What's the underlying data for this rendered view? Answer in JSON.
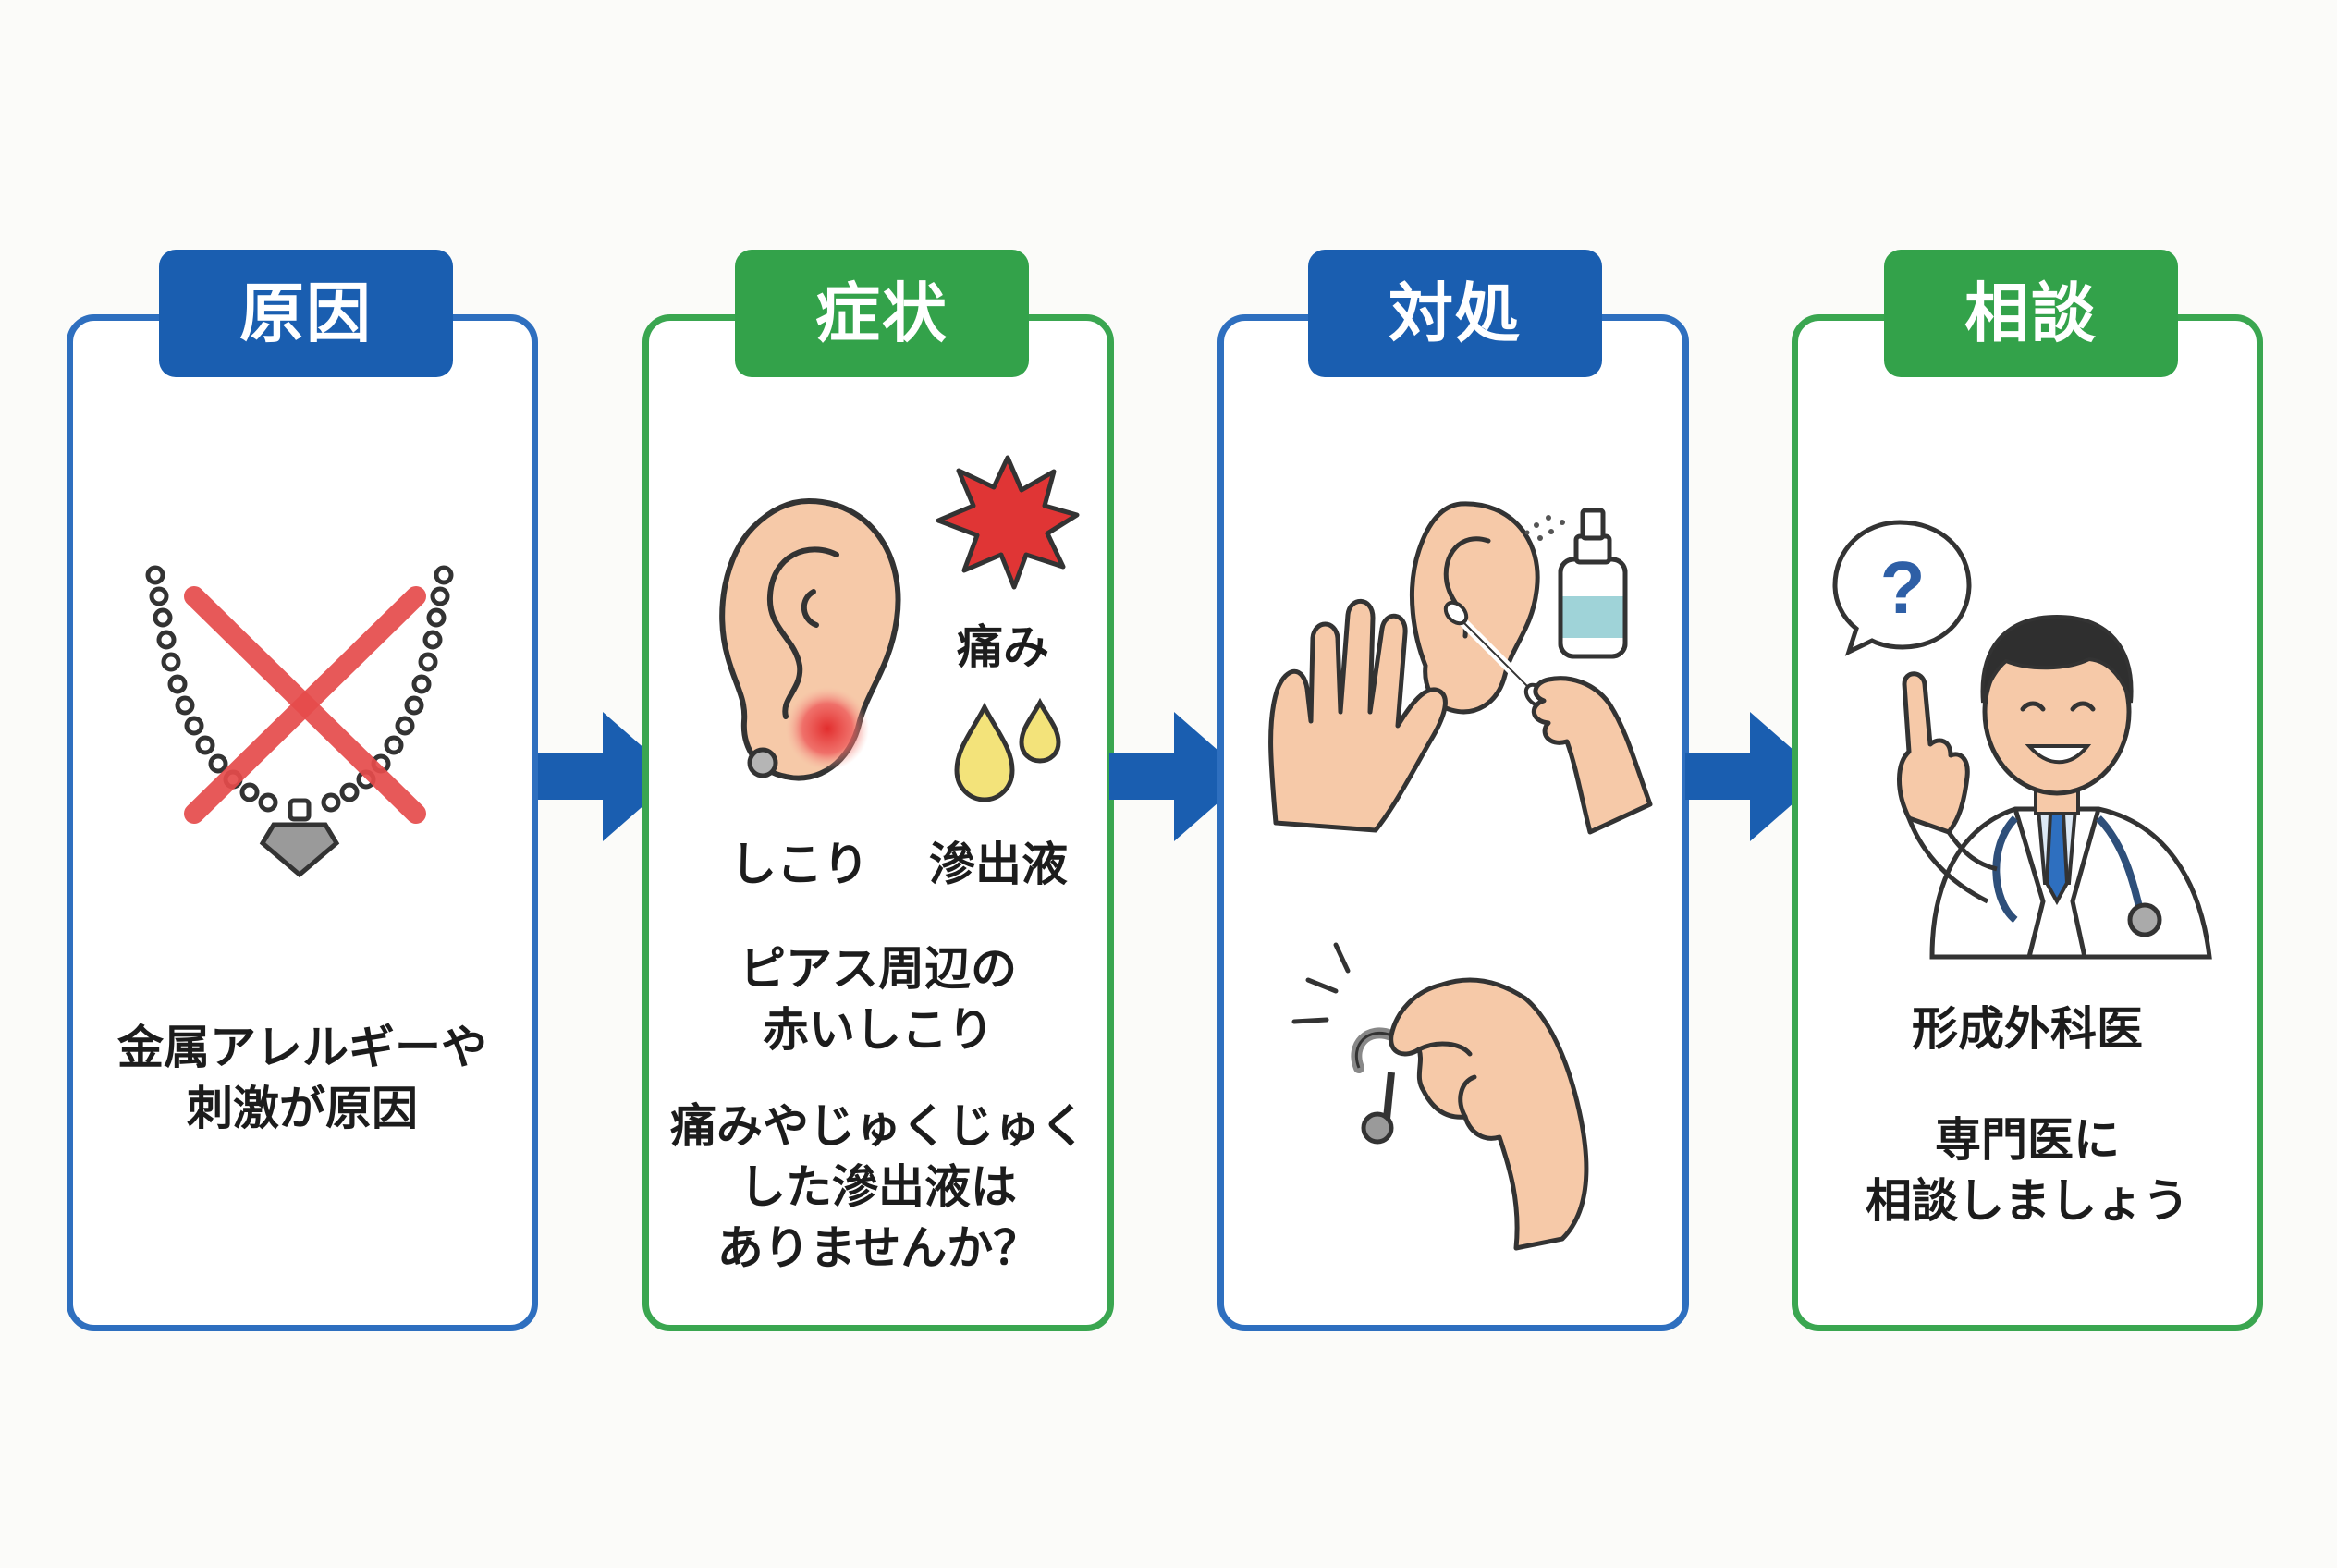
{
  "colors": {
    "blue": "#2e6fbf",
    "blue_label": "#1a5eb0",
    "green": "#3aa650",
    "green_label": "#33a24a",
    "arrow": "#1a5eb0"
  },
  "steps": [
    {
      "label": "原因",
      "text": "金属アレルギーや\n刺激が原因",
      "icon": "crossed-out-necklace-icon"
    },
    {
      "label": "症状",
      "icon_labels": {
        "lump": "しこり",
        "pain": "痛み",
        "discharge": "滲出液"
      },
      "text1": "ピアス周辺の\n赤いしこり",
      "text2": "痛みやじゅくじゅく\nした滲出液は\nありませんか？",
      "icon": "inflamed-ear-icon"
    },
    {
      "label": "対処",
      "icon": "ear-cleaning-and-earring-removal-icon"
    },
    {
      "label": "相談",
      "text": "形成外科医",
      "text2": "専門医に\n相談しましょう",
      "icon": "doctor-icon"
    }
  ]
}
